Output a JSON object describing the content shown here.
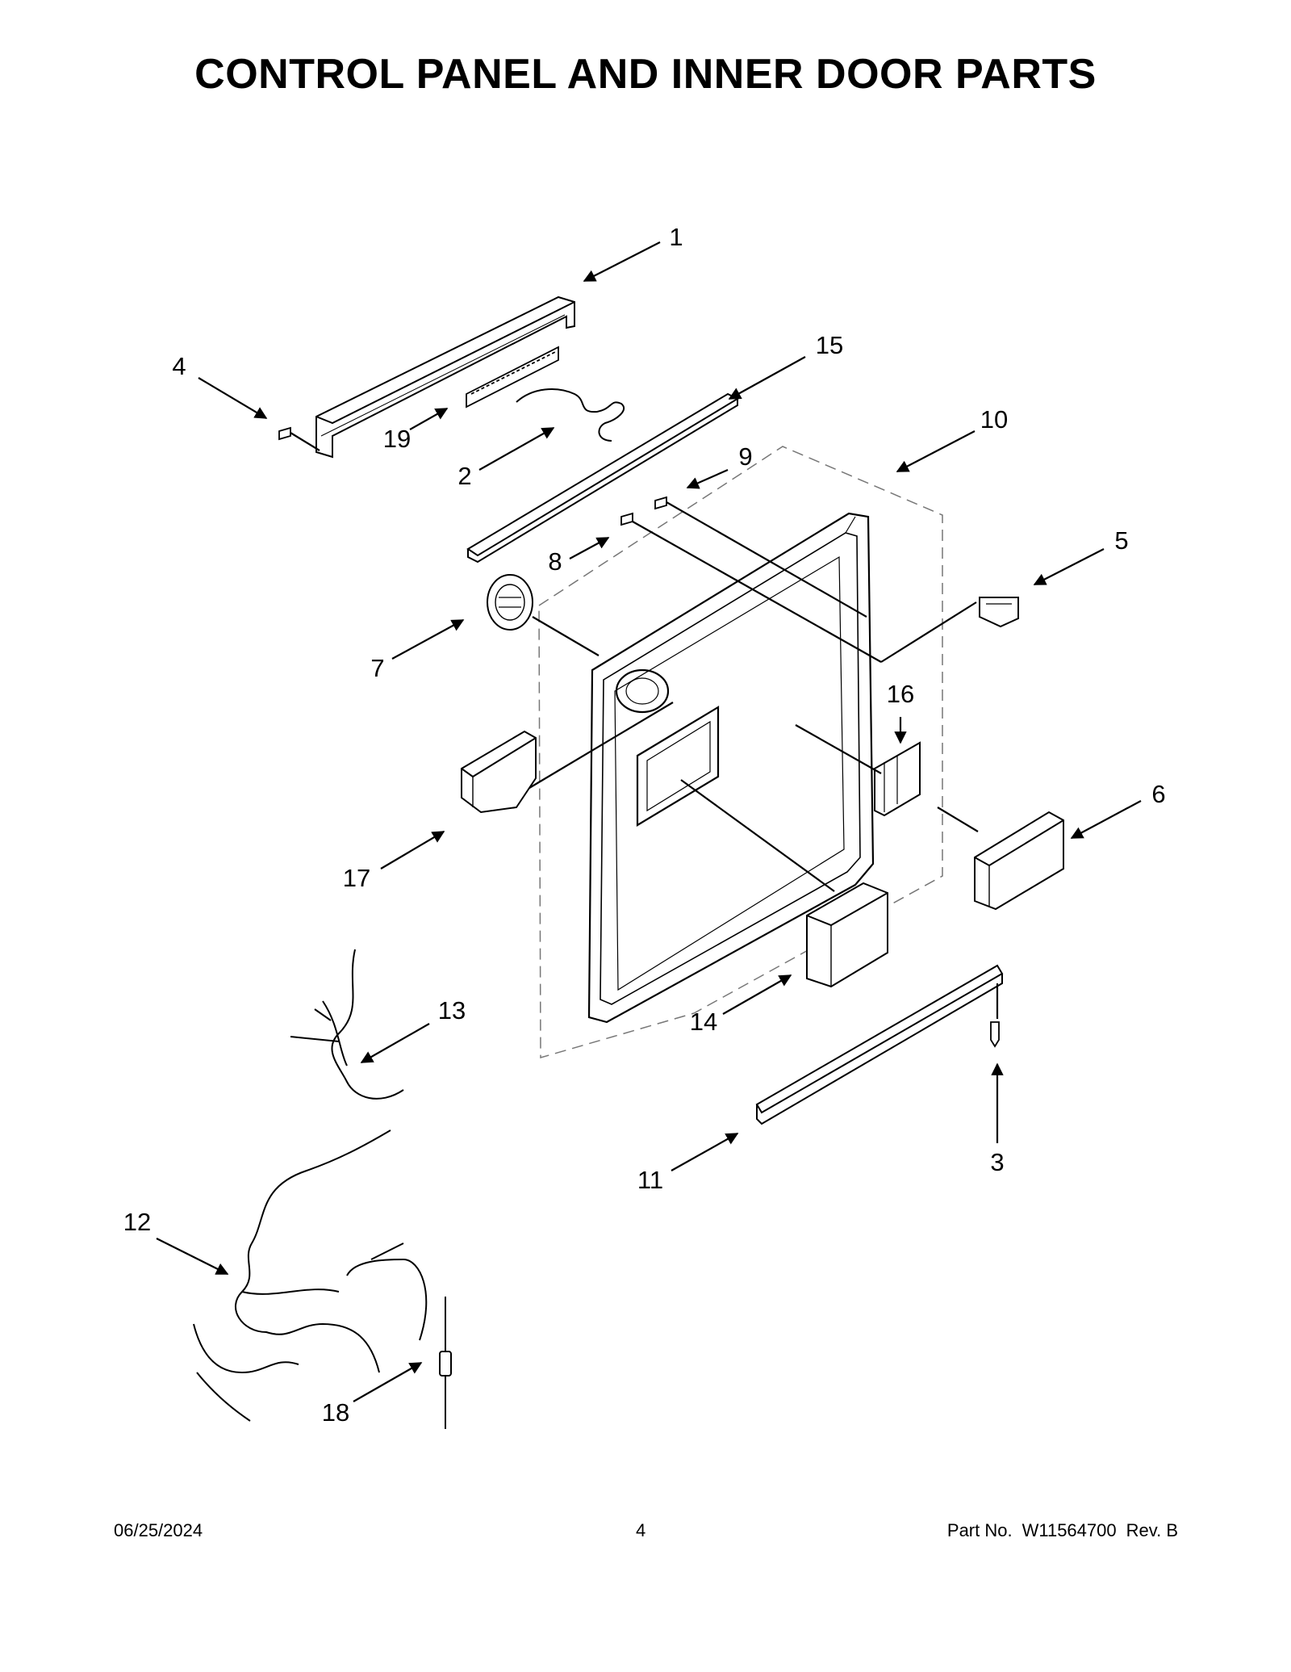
{
  "page": {
    "title": "CONTROL PANEL AND INNER DOOR PARTS"
  },
  "callouts": [
    {
      "id": "1",
      "label": "1"
    },
    {
      "id": "2",
      "label": "2"
    },
    {
      "id": "3",
      "label": "3"
    },
    {
      "id": "4",
      "label": "4"
    },
    {
      "id": "5",
      "label": "5"
    },
    {
      "id": "6",
      "label": "6"
    },
    {
      "id": "7",
      "label": "7"
    },
    {
      "id": "8",
      "label": "8"
    },
    {
      "id": "9",
      "label": "9"
    },
    {
      "id": "10",
      "label": "10"
    },
    {
      "id": "11",
      "label": "11"
    },
    {
      "id": "12",
      "label": "12"
    },
    {
      "id": "13",
      "label": "13"
    },
    {
      "id": "14",
      "label": "14"
    },
    {
      "id": "15",
      "label": "15"
    },
    {
      "id": "16",
      "label": "16"
    },
    {
      "id": "17",
      "label": "17"
    },
    {
      "id": "18",
      "label": "18"
    },
    {
      "id": "19",
      "label": "19"
    }
  ],
  "footer": {
    "date": "06/25/2024",
    "page_number": "4",
    "part_no_label": "Part No.",
    "part_no": "W11564700",
    "rev": "Rev.  B"
  }
}
